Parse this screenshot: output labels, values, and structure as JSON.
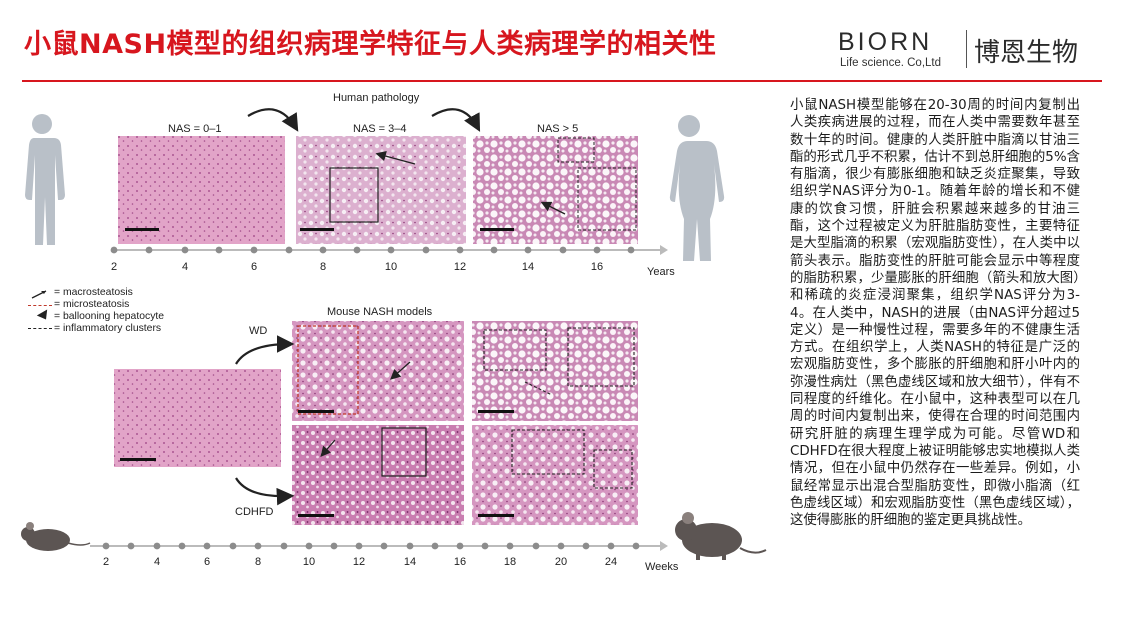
{
  "header": {
    "title": "小鼠NASH模型的组织病理学特征与人类病理学的相关性",
    "logo_en": "BIORN",
    "logo_sub": "Life science. Co,Ltd",
    "logo_cn": "博恩生物"
  },
  "colors": {
    "accent": "#d7161e",
    "tissue_light": "#e6b4d2",
    "tissue_mid": "#d08cba",
    "tissue_dark": "#b5649e"
  },
  "figure": {
    "human_title": "Human pathology",
    "stages": [
      "NAS = 0–1",
      "NAS = 3–4",
      "NAS > 5"
    ],
    "top_axis": {
      "ticks": [
        "2",
        "4",
        "6",
        "8",
        "10",
        "12",
        "14",
        "16"
      ],
      "unit": "Years"
    },
    "legend": [
      "= macrosteatosis",
      "= microsteatosis",
      "= ballooning hepatocyte",
      "= inflammatory clusters"
    ],
    "mouse_title": "Mouse NASH models",
    "wd_label": "WD",
    "cdhfd_label": "CDHFD",
    "bottom_axis": {
      "ticks": [
        "2",
        "4",
        "6",
        "8",
        "10",
        "12",
        "14",
        "16",
        "18",
        "20",
        "24"
      ],
      "unit": "Weeks"
    },
    "icons": [
      "human-thin-icon",
      "human-obese-icon",
      "mouse-icon"
    ]
  },
  "body_text": "小鼠NASH模型能够在20-30周的时间内复制出人类疾病进展的过程，而在人类中需要数年甚至数十年的时间。健康的人类肝脏中脂滴以甘油三酯的形式几乎不积累，估计不到总肝细胞的5%含有脂滴，很少有膨胀细胞和缺乏炎症聚集，导致组织学NAS评分为0-1。随着年龄的增长和不健康的饮食习惯，肝脏会积累越来越多的甘油三酯，这个过程被定义为肝脏脂肪变性，主要特征是大型脂滴的积累（宏观脂肪变性），在人类中以箭头表示。脂肪变性的肝脏可能会显示中等程度的脂肪积累，少量膨胀的肝细胞（箭头和放大图）和稀疏的炎症浸润聚集，组织学NAS评分为3-4。在人类中，NASH的进展（由NAS评分超过5定义）是一种慢性过程，需要多年的不健康生活方式。在组织学上，人类NASH的特征是广泛的宏观脂肪变性，多个膨胀的肝细胞和肝小叶内的弥漫性病灶（黑色虚线区域和放大细节），伴有不同程度的纤维化。在小鼠中，这种表型可以在几周的时间内复制出来，使得在合理的时间范围内研究肝脏的病理生理学成为可能。尽管WD和CDHFD在很大程度上被证明能够忠实地模拟人类情况，但在小鼠中仍然存在一些差异。例如，小鼠经常显示出混合型脂肪变性，即微小脂滴（红色虚线区域）和宏观脂肪变性（黑色虚线区域），这使得膨胀的肝细胞的鉴定更具挑战性。"
}
